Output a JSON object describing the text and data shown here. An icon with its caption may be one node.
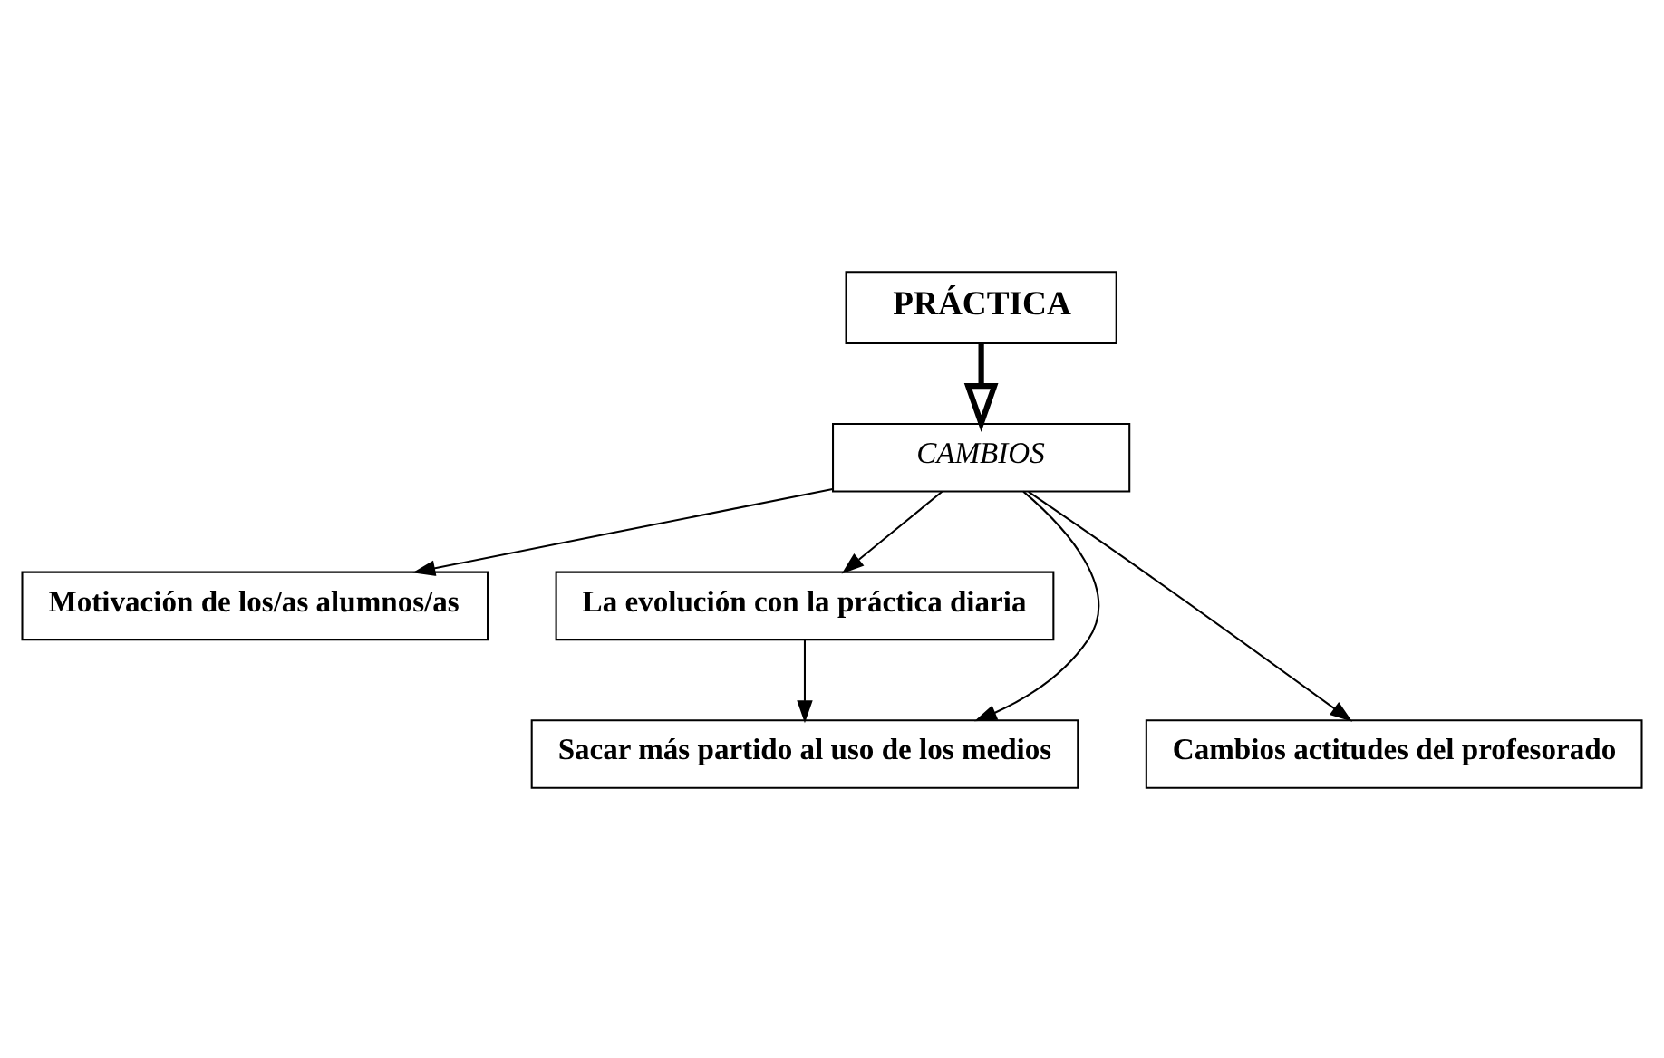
{
  "diagram": {
    "nodes": [
      {
        "text": [
          "PRÁCTICA"
        ]
      },
      {
        "text": [
          "CAMBIOS"
        ]
      },
      {
        "text": [
          "Motivación de los/as alumnos/as"
        ]
      },
      {
        "text": [
          "La evolución con la práctica diaria"
        ]
      },
      {
        "text": [
          "Cambios actitudes del profesorado"
        ]
      },
      {
        "text": [
          "Sacar más partido al uso de los medios"
        ]
      }
    ],
    "edges": [
      {
        "from": 0,
        "to": 1,
        "arrow": "to",
        "style": "thick"
      },
      {
        "from": 1,
        "to": 2,
        "arrow": "to"
      },
      {
        "from": 1,
        "to": 4,
        "arrow": "to"
      },
      {
        "from": 1,
        "to": 5,
        "arrow": "to"
      },
      {
        "from": 1,
        "to": 3,
        "arrow": "to"
      },
      {
        "from": 3,
        "to": 5,
        "arrow": "to"
      }
    ]
  }
}
